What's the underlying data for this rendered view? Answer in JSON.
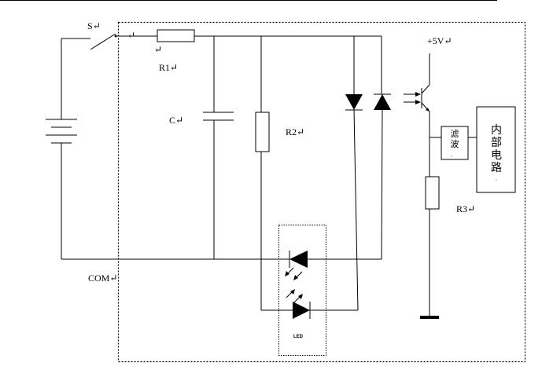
{
  "labels": {
    "switch": "S",
    "r1": "R1",
    "capacitor": "C",
    "r2": "R2",
    "supply": "+5V",
    "r3": "R3",
    "com": "COM",
    "led": "LED",
    "filter": "滤波",
    "internal_circuit": "内部电路"
  },
  "paragraph_mark": "↵",
  "small_mark": "·",
  "colors": {
    "line": "#000000",
    "background": "#ffffff"
  }
}
